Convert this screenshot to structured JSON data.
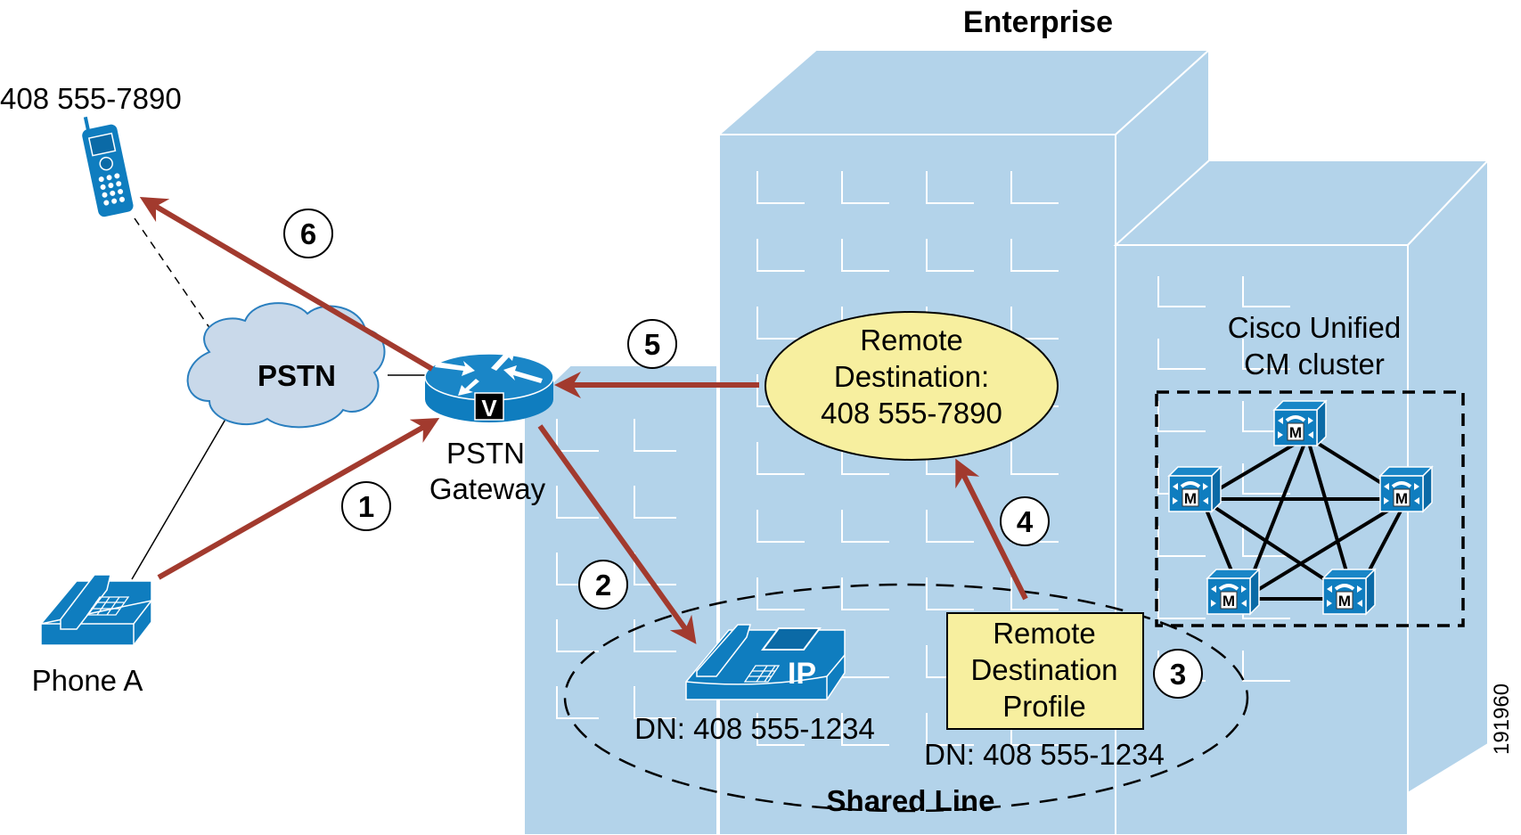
{
  "title": "Enterprise",
  "figure_id": "191960",
  "colors": {
    "building": "#b3d3ea",
    "building_edge": "#ffffff",
    "device": "#0f7dbf",
    "arrow": "#a23a2e",
    "callout_fill": "#f7ef9f",
    "cloud_fill": "#c9d9ea",
    "cloud_edge": "#2a7fbf"
  },
  "nodes": {
    "mobile_phone": {
      "label": "408 555-7890"
    },
    "pstn_cloud": {
      "label": "PSTN"
    },
    "gateway": {
      "label_line1": "PSTN",
      "label_line2": "Gateway",
      "badge": "V"
    },
    "phone_a": {
      "label": "Phone A"
    },
    "ip_phone": {
      "badge": "IP",
      "dn": "DN: 408 555-1234"
    },
    "remote_destination": {
      "line1": "Remote",
      "line2": "Destination:",
      "line3": "408 555-7890"
    },
    "remote_destination_profile": {
      "line1": "Remote",
      "line2": "Destination",
      "line3": "Profile",
      "dn": "DN: 408 555-1234"
    },
    "cluster": {
      "line1": "Cisco Unified",
      "line2": "CM cluster",
      "server_badge": "M"
    },
    "shared_line": {
      "label": "Shared Line"
    }
  },
  "steps": [
    {
      "n": "1",
      "from": "phone_a",
      "to": "gateway"
    },
    {
      "n": "2",
      "from": "gateway",
      "to": "ip_phone"
    },
    {
      "n": "3",
      "at": "remote_destination_profile"
    },
    {
      "n": "4",
      "from": "remote_destination_profile",
      "to": "remote_destination"
    },
    {
      "n": "5",
      "from": "remote_destination",
      "to": "gateway"
    },
    {
      "n": "6",
      "from": "gateway",
      "to": "mobile_phone"
    }
  ]
}
